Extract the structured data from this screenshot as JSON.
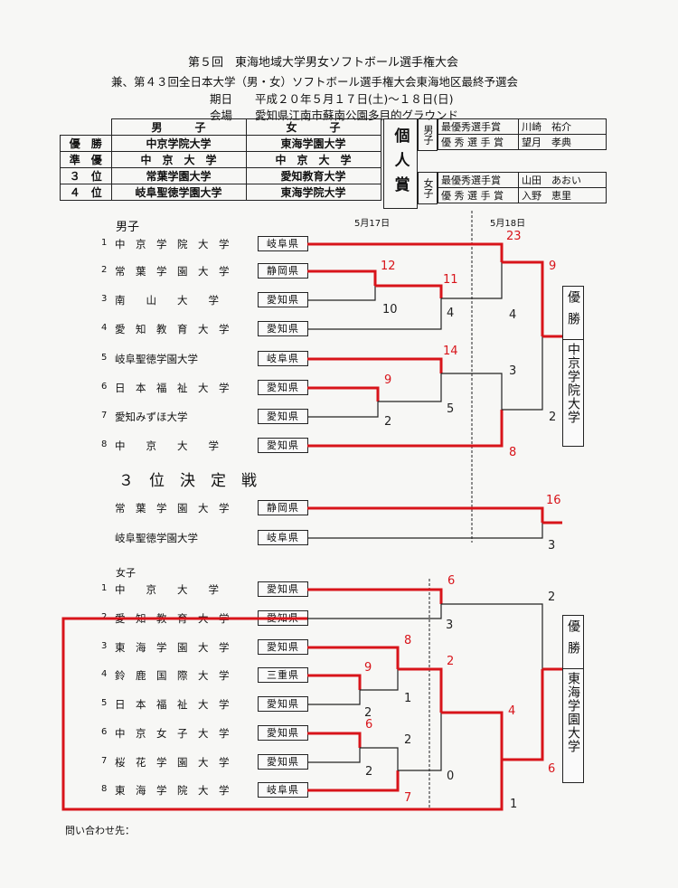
{
  "header": {
    "title": "第５回　東海地域大学男女ソフトボール選手権大会",
    "subtitle": "兼、第４３回全日本大学（男・女）ソフトボール選手権大会東海地区最終予選会",
    "date": "期日　　平成２０年５月１７日(土)～１８日(日)",
    "venue": "会場　　愛知県江南市蘇南公園多目的グラウンド"
  },
  "results": {
    "col_men": "男　　　子",
    "col_women": "女　　　子",
    "rows": [
      {
        "rank": "優　勝",
        "men": "中京学院大学",
        "women": "東海学園大学"
      },
      {
        "rank": "準　優",
        "men": "中　京　大　学",
        "women": "中　京　大　学"
      },
      {
        "rank": "３　位",
        "men": "常葉学園大学",
        "women": "愛知教育大学"
      },
      {
        "rank": "４　位",
        "men": "岐阜聖徳学園大学",
        "women": "東海学院大学"
      }
    ]
  },
  "awards": {
    "heading": "個人賞",
    "men_label": "男子",
    "women_label": "女子",
    "men": [
      {
        "title": "最優秀選手賞",
        "name": "川崎　祐介"
      },
      {
        "title": "優 秀 選 手 賞",
        "name": "望月　孝典"
      }
    ],
    "women": [
      {
        "title": "最優秀選手賞",
        "name": "山田　あおい"
      },
      {
        "title": "優 秀 選 手 賞",
        "name": "入野　恵里"
      }
    ]
  },
  "dates": {
    "day1": "5月17日",
    "day2": "5月18日"
  },
  "men": {
    "label": "男子",
    "teams": [
      {
        "seed": "1",
        "name": "中　京　学　院　大　学",
        "pref": "岐阜県"
      },
      {
        "seed": "2",
        "name": "常　葉　学　園　大　学",
        "pref": "静岡県"
      },
      {
        "seed": "3",
        "name": "南　　山　　大　　学",
        "pref": "愛知県"
      },
      {
        "seed": "4",
        "name": "愛　知　教　育　大　学",
        "pref": "愛知県"
      },
      {
        "seed": "5",
        "name": "岐阜聖徳学園大学",
        "pref": "岐阜県"
      },
      {
        "seed": "6",
        "name": "日　本　福　祉　大　学",
        "pref": "愛知県"
      },
      {
        "seed": "7",
        "name": "愛知みずほ大学",
        "pref": "愛知県"
      },
      {
        "seed": "8",
        "name": "中　　京　　大　　学",
        "pref": "愛知県"
      }
    ],
    "scores": {
      "r1_g1_top": "12",
      "r1_g1_bot": "10",
      "r1_g2_top": "9",
      "r1_g2_bot": "2",
      "r2_g1_top": "11",
      "r2_g1_bot": "4",
      "r2_g2_top": "14",
      "r2_g2_bot": "5",
      "sf_g1_top": "23",
      "sf_g1_bot": "4",
      "sf_g2_top": "3",
      "sf_g2_bot": "8",
      "final_top": "9",
      "final_bot": "2"
    },
    "champion_label": "優勝",
    "champion": "中京学院大学"
  },
  "third_place": {
    "title": "３　位　決　定　戦",
    "teams": [
      {
        "name": "常　葉　学　園　大　学",
        "pref": "静岡県"
      },
      {
        "name": "岐阜聖徳学園大学",
        "pref": "岐阜県"
      }
    ],
    "score_top": "16",
    "score_bot": "3"
  },
  "women": {
    "label": "女子",
    "teams": [
      {
        "seed": "1",
        "name": "中　　京　　大　　学",
        "pref": "愛知県"
      },
      {
        "seed": "2",
        "name": "愛　知　教　育　大　学",
        "pref": "愛知県"
      },
      {
        "seed": "3",
        "name": "東　海　学　園　大　学",
        "pref": "愛知県"
      },
      {
        "seed": "4",
        "name": "鈴　鹿　国　際　大　学",
        "pref": "三重県"
      },
      {
        "seed": "5",
        "name": "日　本　福　祉　大　学",
        "pref": "愛知県"
      },
      {
        "seed": "6",
        "name": "中　京　女　子　大　学",
        "pref": "愛知県"
      },
      {
        "seed": "7",
        "name": "桜　花　学　園　大　学",
        "pref": "愛知県"
      },
      {
        "seed": "8",
        "name": "東　海　学　院　大　学",
        "pref": "岐阜県"
      }
    ],
    "scores": {
      "s6": "6",
      "s3": "3",
      "s2a": "2",
      "s8": "8",
      "s9": "9",
      "s1": "1",
      "s2b": "2",
      "s6b": "6",
      "s2c": "2",
      "s2d": "2",
      "s2e": "2",
      "s0": "0",
      "s7": "7",
      "s4": "4",
      "s6c": "6",
      "s1b": "1"
    },
    "champion_label": "優勝",
    "champion": "東海学園大学"
  },
  "footer": {
    "contact": "問い合わせ先："
  },
  "colors": {
    "win": "#d8141a",
    "line": "#222222"
  }
}
